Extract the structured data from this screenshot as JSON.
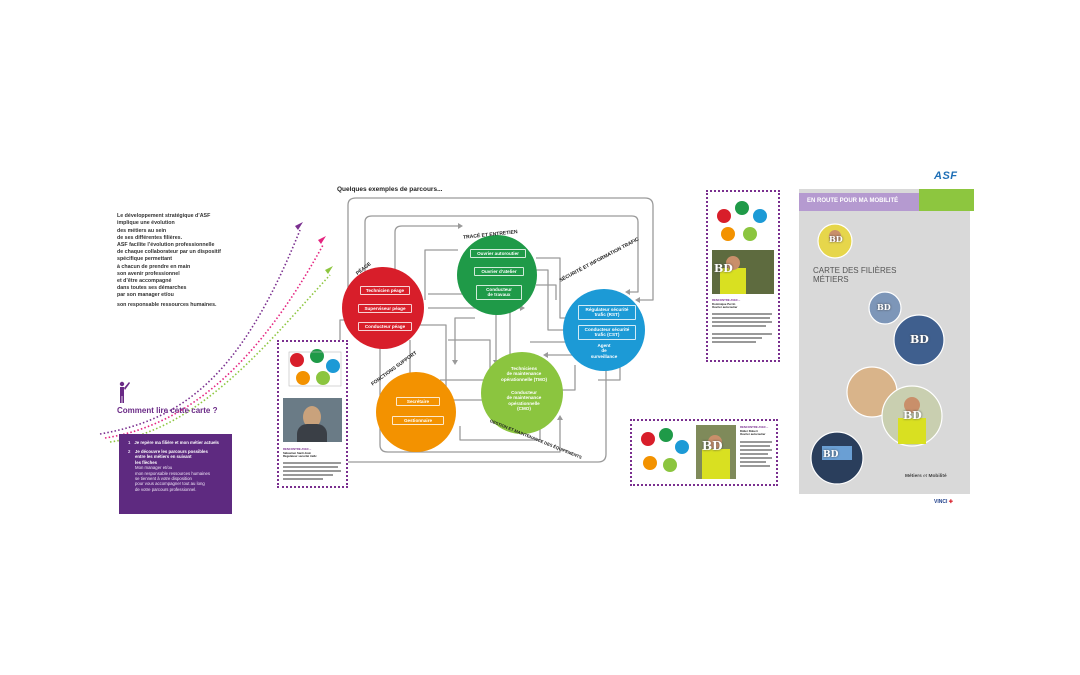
{
  "intro": {
    "text": "Le développement stratégique d’ASF\nimplique une évolution\ndes métiers au sein\nde ses différentes filières.\nASF facilite l’évolution professionnelle\nde chaque collaborateur par un dispositif\nspécifique permettant\nà chacun de prendre en main\nson avenir professionnel\net d’être accompagné\ndans toutes ses démarches\npar son manager et/ou",
    "last_line": "son responsable ressources humaines."
  },
  "how_to_read": {
    "title": "Comment lire cette carte ?",
    "steps": [
      {
        "num": "1",
        "title": "Je repère ma filière et mon métier actuels",
        "sub": ""
      },
      {
        "num": "2",
        "title": "Je découvre les parcours possibles\nentre les métiers en suivant\nles flèches",
        "sub": "Mon manager et/ou\nmon responsable ressources humaines\nse tiennent à votre disposition\npour vous accompagner tout au long\nde votre parcours professionnel."
      }
    ]
  },
  "diagram": {
    "title": "Quelques exemples de parcours...",
    "colors": {
      "peage": "#d81e2a",
      "trace": "#1f9a48",
      "securite": "#1c9ad6",
      "support": "#f39200",
      "gestion": "#8bc53f",
      "route": "#999999"
    },
    "filieres": [
      {
        "key": "peage",
        "label": "PÉAGE",
        "metiers": [
          "Technicien péage",
          "Superviseur péage",
          "Conducteur péage"
        ]
      },
      {
        "key": "trace",
        "label": "TRACÉ ET ENTRETIEN",
        "metiers": [
          "Ouvrier autoroutier",
          "Ouvrier d’atelier",
          "Conducteur\nde travaux"
        ]
      },
      {
        "key": "securite",
        "label": "SÉCURITÉ ET INFORMATION TRAFIC",
        "metiers": [
          "Régulateur sécurité\ntrafic (RST)",
          "Conducteur sécurité\ntrafic (CST)",
          "Agent\nde surveillance"
        ]
      },
      {
        "key": "support",
        "label": "FONCTIONS SUPPORT",
        "metiers": [
          "Secrétaire",
          "Gestionnaire"
        ]
      },
      {
        "key": "gestion",
        "label": "GESTION ET MAINTENANCE DES ÉQUIPEMENTS",
        "metiers": [
          "Techniciens\nde maintenance\nopérationnelle (TMO)",
          "Conducteur\nde maintenance\nopérationnelle\n(CMO)"
        ]
      }
    ]
  },
  "cards": [
    {
      "caption": "RENCONTRE AVEC...",
      "name": "Sébastien Santi-Goin\nRégulateur sécurité trafic",
      "badge": ""
    },
    {
      "caption": "RENCONTRE AVEC...",
      "name": "Dominique Perrin\nOuvrier autoroutier",
      "badge": "BD"
    },
    {
      "caption": "RENCONTRE AVEC...",
      "name": "Didier Robert\nOuvrier autoroutier",
      "badge": "BD"
    }
  ],
  "right_panel": {
    "banner": "EN ROUTE POUR MA MOBILITÉ",
    "logo": "ASF",
    "title": "CARTE DES FILIÈRES\nMÉTIERS",
    "photo_badges": [
      "BD",
      "BD",
      "BD",
      "BD",
      "BD"
    ],
    "footer_a": "Métiers",
    "footer_b": "et",
    "footer_c": "Mobilité",
    "brand": "VINCI"
  }
}
